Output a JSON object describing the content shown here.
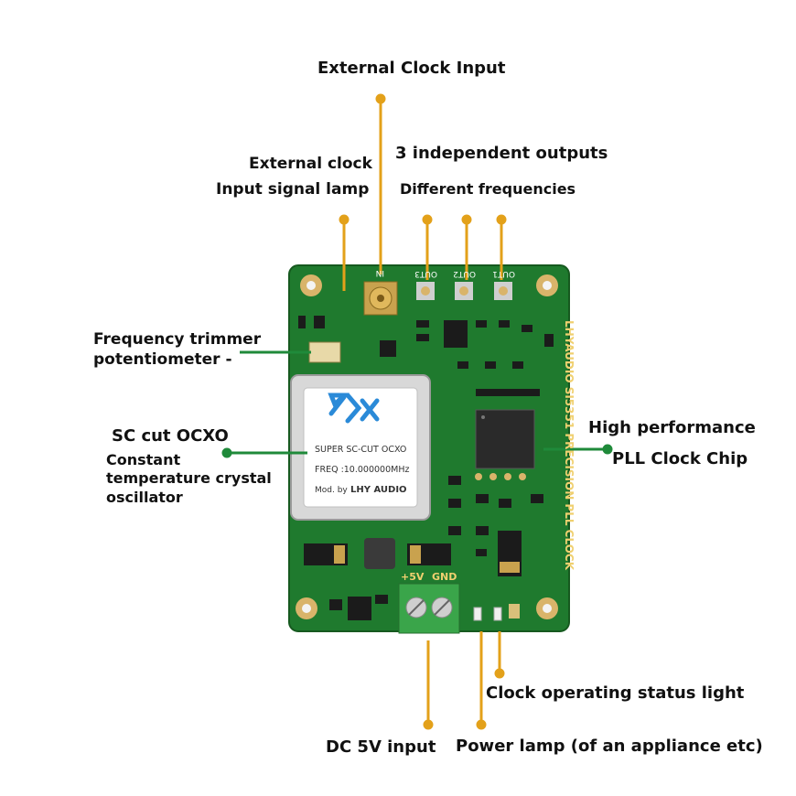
{
  "labels": {
    "external_clock_input": "External Clock Input",
    "external_clock_lamp_1": "External clock",
    "external_clock_lamp_2": "Input signal lamp",
    "outputs_1": "3 independent outputs",
    "outputs_2": "Different frequencies",
    "trimmer_1": "Frequency trimmer",
    "trimmer_2": "potentiometer -",
    "ocxo_title": "SC cut OCXO",
    "ocxo_1": "Constant",
    "ocxo_2": "temperature crystal",
    "ocxo_3": "oscillator",
    "pll_1": "High performance",
    "pll_2": "PLL Clock Chip",
    "status_light": "Clock operating status light",
    "dc_input": "DC 5V input",
    "power_lamp": "Power lamp (of an appliance etc)"
  },
  "board": {
    "ocxo_line1": "SUPER SC-CUT OCXO",
    "ocxo_line2": "FREQ :10.000000MHz",
    "ocxo_line3": "Mod. by",
    "ocxo_brand": "LHY AUDIO",
    "side_text": "LHYAUDIO SI5351 PRECISION PLL CLOCK",
    "in_label": "IN",
    "out3": "OUT3",
    "out2": "OUT2",
    "out1": "OUT1",
    "plus5v": "+5V",
    "gnd": "GND"
  },
  "colors": {
    "pcb": "#1f7a2e",
    "callout_orange": "#e3a11a",
    "callout_green": "#1f8a3a"
  }
}
